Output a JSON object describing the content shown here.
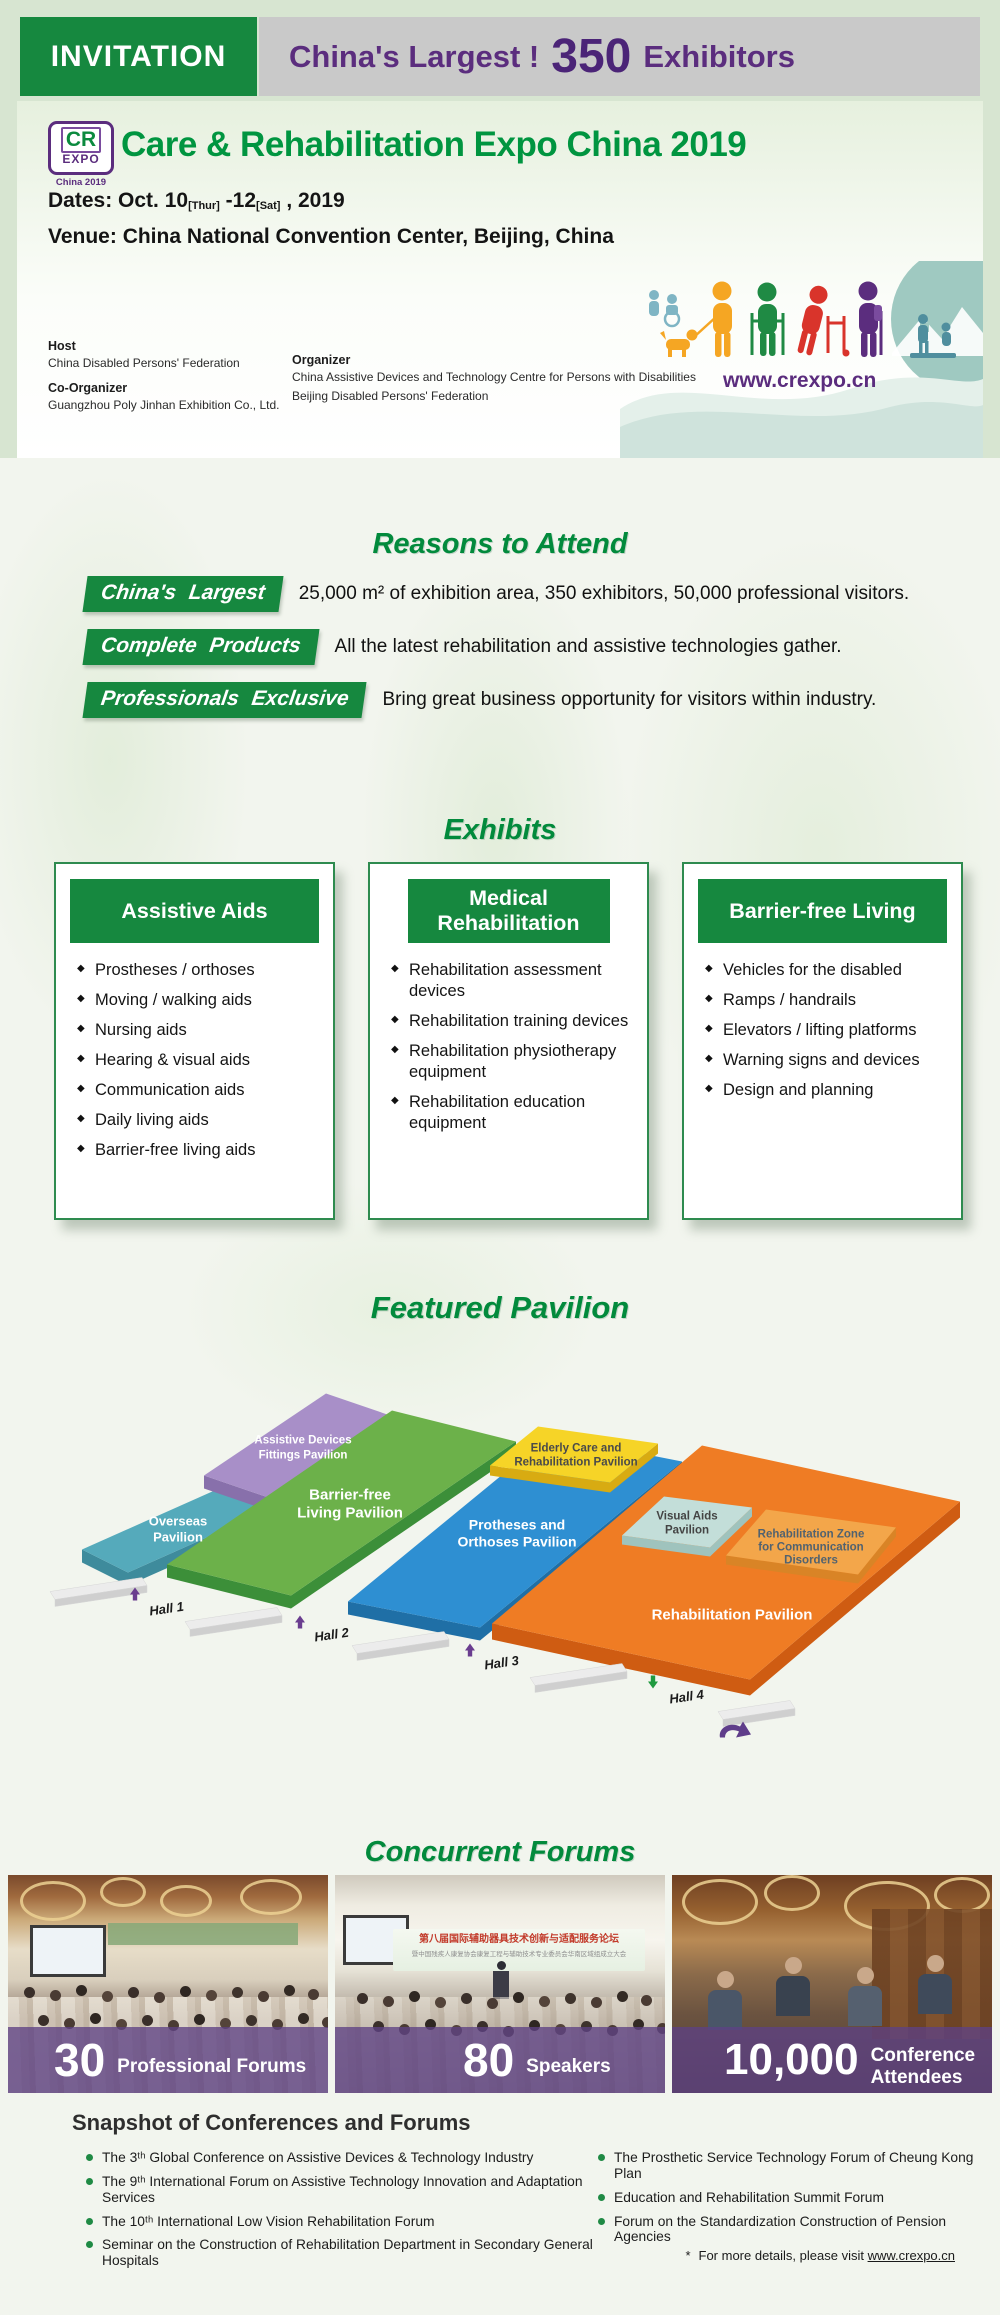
{
  "header": {
    "invitation": "INVITATION",
    "banner_prefix": "China's Largest !",
    "banner_number": "350",
    "banner_suffix": "Exhibitors"
  },
  "logo": {
    "cr": "CR",
    "expo": "EXPO",
    "tagline": "China 2019"
  },
  "hero": {
    "title": "Care & Rehabilitation Expo China 2019",
    "dates_label": "Dates: ",
    "date_main1": "Oct. 10",
    "date_sub1": "[Thur]",
    "date_main2": " -12",
    "date_sub2": "[Sat]",
    "date_tail": " , 2019",
    "venue": "Venue: China National Convention Center, Beijing, China",
    "host_label": "Host",
    "host_value": "China Disabled Persons' Federation",
    "co_label": "Co-Organizer",
    "co_value": "Guangzhou Poly Jinhan Exhibition Co., Ltd.",
    "org_label": "Organizer",
    "org_value1": "China Assistive Devices and Technology Centre for Persons with Disabilities",
    "org_value2": "Beijing Disabled Persons' Federation",
    "website": "www.crexpo.cn"
  },
  "reasons": {
    "heading": "Reasons to Attend",
    "items": [
      {
        "badge": "China's Largest",
        "text": "25,000 m² of exhibition area, 350 exhibitors, 50,000 professional visitors."
      },
      {
        "badge": "Complete Products",
        "text": "All the latest rehabilitation and assistive technologies gather."
      },
      {
        "badge": "Professionals Exclusive",
        "text": "Bring great business opportunity for visitors within industry."
      }
    ]
  },
  "exhibits": {
    "heading": "Exhibits",
    "cards": [
      {
        "title": "Assistive Aids",
        "items": [
          "Prostheses / orthoses",
          "Moving / walking aids",
          "Nursing aids",
          "Hearing & visual aids",
          "Communication aids",
          "Daily living aids",
          "Barrier-free living aids"
        ]
      },
      {
        "title": "Medical Rehabilitation",
        "items": [
          "Rehabilitation assessment devices",
          "Rehabilitation training devices",
          "Rehabilitation physiotherapy equipment",
          "Rehabilitation education equipment"
        ]
      },
      {
        "title": "Barrier-free Living",
        "items": [
          "Vehicles for the disabled",
          "Ramps / handrails",
          "Elevators / lifting platforms",
          "Warning signs and devices",
          "Design and planning"
        ]
      }
    ]
  },
  "pavilion": {
    "heading": "Featured Pavilion",
    "assistive_l1": "Assistive Devices",
    "assistive_l2": "Fittings Pavilion",
    "overseas_l1": "Overseas",
    "overseas_l2": "Pavilion",
    "barrier_l1": "Barrier-free",
    "barrier_l2": "Living Pavilion",
    "protheses_l1": "Protheses and",
    "protheses_l2": "Orthoses Pavilion",
    "elderly_l1": "Elderly Care and",
    "elderly_l2": "Rehabilitation Pavilion",
    "visual_l1": "Visual Aids",
    "visual_l2": "Pavilion",
    "zone_l1": "Rehabilitation Zone",
    "zone_l2": "for Communication",
    "zone_l3": "Disorders",
    "rehab": "Rehabilitation Pavilion",
    "hall1": "Hall 1",
    "hall2": "Hall 2",
    "hall3": "Hall 3",
    "hall4": "Hall 4"
  },
  "forums": {
    "heading": "Concurrent Forums",
    "banner_title": "第八届国际辅助器具技术创新与适配服务论坛",
    "banner_sub": "暨中国残疾人康复协会康复工程与辅助技术专业委员会华南区域组成立大会",
    "stats": [
      {
        "number": "30",
        "label": "Professional Forums"
      },
      {
        "number": "80",
        "label": "Speakers"
      },
      {
        "number": "10,000",
        "label": "Conference Attendees"
      }
    ]
  },
  "snapshot": {
    "heading": "Snapshot of Conferences and Forums",
    "left": [
      "The 3ᵗʰ Global Conference on Assistive Devices & Technology Industry",
      "The 9ᵗʰ International Forum on Assistive Technology Innovation and Adaptation Services",
      "The 10ᵗʰ International Low Vision Rehabilitation Forum",
      "Seminar on the Construction of Rehabilitation Department in Secondary General Hospitals"
    ],
    "right": [
      "The Prosthetic Service Technology Forum of Cheung Kong Plan",
      "Education and Rehabilitation Summit Forum",
      "Forum on the Standardization Construction of Pension Agencies"
    ],
    "foot_star": "*",
    "foot_text": "For more details, please visit ",
    "foot_link": "www.crexpo.cn"
  },
  "colors": {
    "brand_green": "#00913e",
    "badge_green": "#16883f",
    "purple": "#5b2d7e",
    "overlay_purple": "#5d4184"
  }
}
